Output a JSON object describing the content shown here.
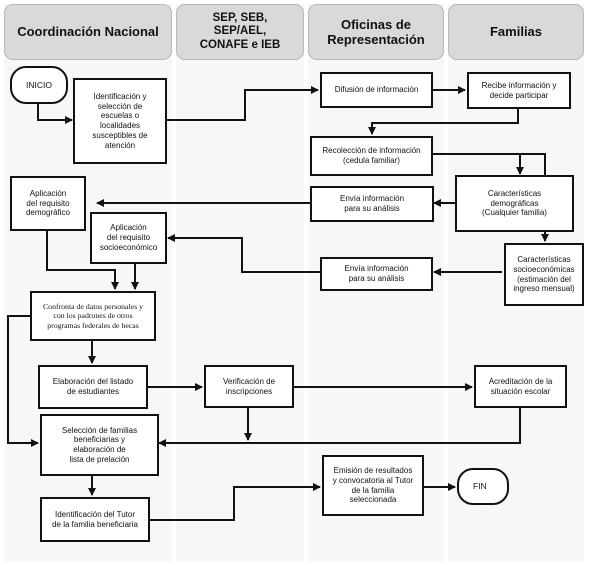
{
  "lanes": {
    "coordinacion": "Coordinación Nacional",
    "sep": "SEP, SEB,\nSEP/AEL,\nCONAFE e IEB",
    "oficinas": "Oficinas de\nRepresentación",
    "familias": "Familias"
  },
  "nodes": {
    "inicio": "INICIO",
    "identificacion": "Identificación y\nselección de\nescuelas o\nlocalidades\nsusceptibles de\natención",
    "difusion": "Difusión de información",
    "recibe": "Recibe información y\ndecide participar",
    "recoleccion": "Recolección de información\n(cedula familiar)",
    "envia1": "Envía información\npara su análisis",
    "caract_demo": "Características\ndemográficas\n(Cualquier familia)",
    "aplic_demo": "Aplicación\ndel requisito\ndemográfico",
    "aplic_socio": "Aplicación\ndel requisito\nsocioeconómico",
    "envia2": "Envía información\npara su análisis",
    "caract_socio": "Características\nsocioeconómicas\n(estimación del\ningreso mensual)",
    "confronta": "Confronta de datos personales y\ncon los padrones de otros\nprogramas federales de becas",
    "elaboracion": "Elaboración del listado\nde estudiantes",
    "verificacion": "Verificación de\ninscripciones",
    "acreditacion": "Acreditación de la\nsituación escolar",
    "seleccion": "Selección de familias\nbeneficiarias y\nelaboración de\nlista de prelación",
    "emision": "Emisión de resultados\ny convocatoria al Tutor\nde la familia\nseleccionada",
    "fin": "FIN",
    "tutor": "Identificación del Tutor\nde la familia beneficiaria"
  },
  "colors": {
    "stroke": "#111111",
    "header": "#d9d9d9",
    "lane": "#f7f7f7"
  }
}
